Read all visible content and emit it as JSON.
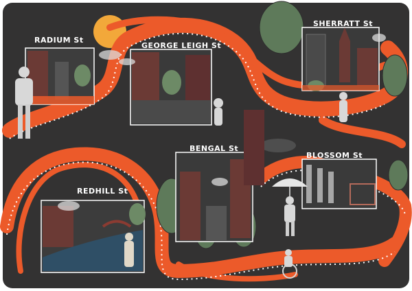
{
  "streets": {
    "radium": "RADIUM St",
    "george_leigh": "GEORGE LEIGH St",
    "sherratt": "SHERRATT St",
    "bengal": "BENGAL St",
    "blossom": "BLOSSOM St",
    "redhill": "REDHILL St"
  },
  "colors": {
    "background": "#333232",
    "path": "#ec5a2a",
    "sun": "#f2a83a",
    "tree": "#5e7a5a",
    "frame": "#ffffff"
  }
}
